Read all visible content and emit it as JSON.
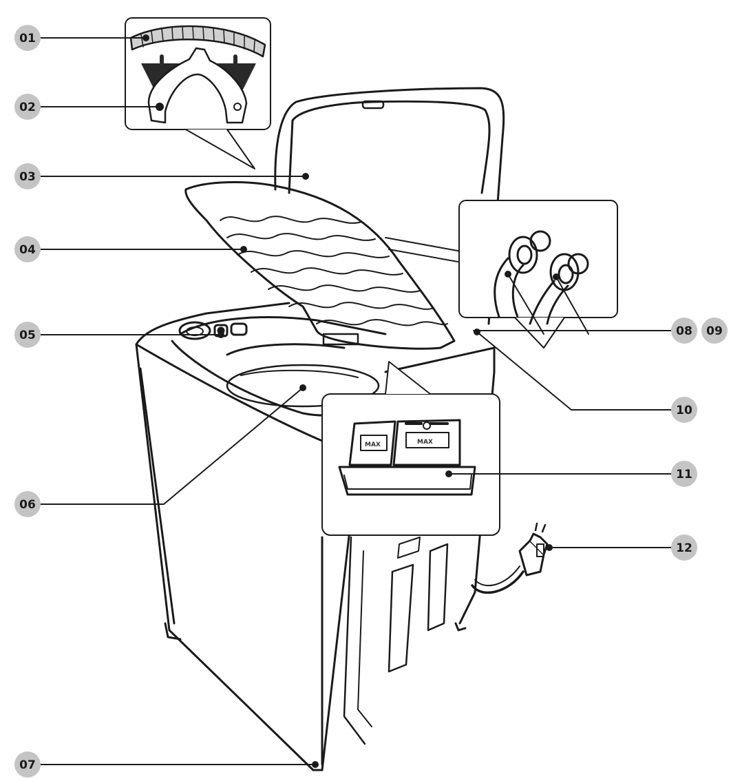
{
  "colors": {
    "line": "#1a1a1a",
    "badge": "#c4c4c4",
    "badge_text": "#1a1a1a",
    "hose_fill": "#d0d0d0",
    "arrow": "#2a2a2a"
  },
  "labels": {
    "l01": "01",
    "l02": "02",
    "l03": "03",
    "l04": "04",
    "l05": "05",
    "l06": "06",
    "l07": "07",
    "l08": "08",
    "l09": "09",
    "l10": "10",
    "l11": "11",
    "l12": "12"
  },
  "dispenser": {
    "max_left": "MAX",
    "max_right": "MAX"
  }
}
